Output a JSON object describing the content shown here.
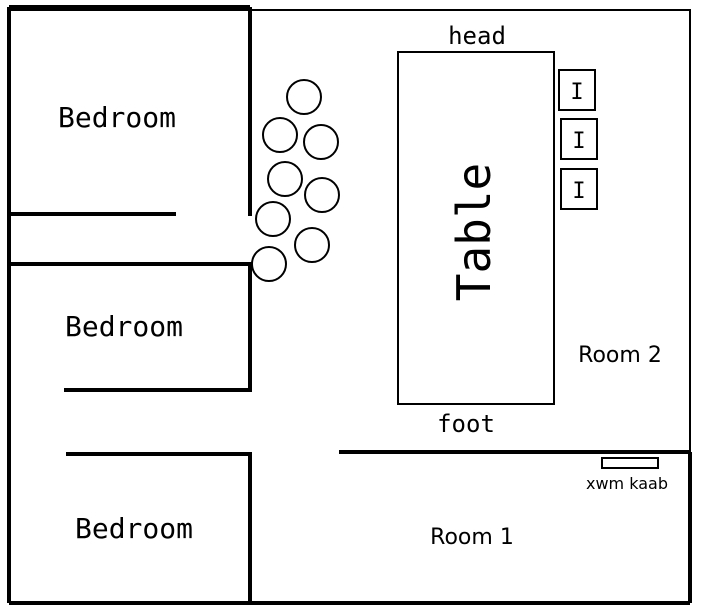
{
  "rooms": {
    "bedroom_top": "Bedroom",
    "bedroom_middle": "Bedroom",
    "bedroom_bottom": "Bedroom",
    "room_1": "Room 1",
    "room_2": "Room 2"
  },
  "table": {
    "label": "Table",
    "head": "head",
    "foot": "foot"
  },
  "chairs": [
    "I",
    "I",
    "I"
  ],
  "fixture": {
    "label": "xwm kaab"
  },
  "circles_count_note": "",
  "colors": {
    "line": "#000000",
    "background": "#ffffff"
  }
}
